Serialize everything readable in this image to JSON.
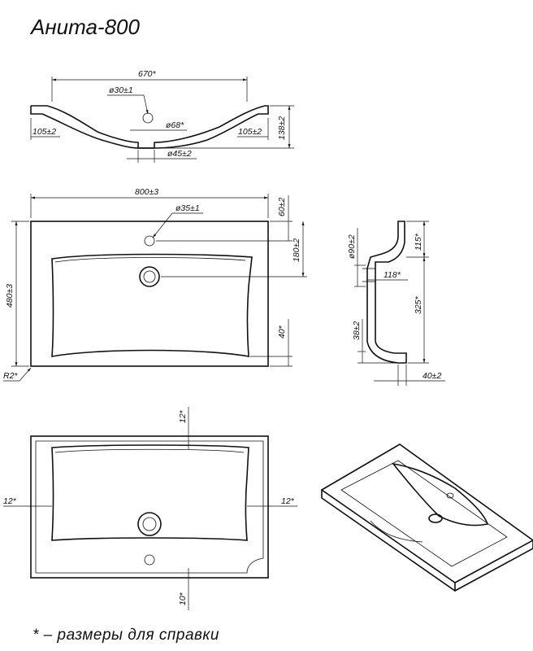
{
  "title": "Анита-800",
  "note": "* – размеры для справки",
  "top_section": {
    "width": "670*",
    "hole": "ø30±1",
    "drain": "ø68*",
    "drain_bottom": "ø45±2",
    "rim_left": "105±2",
    "rim_right": "105±2",
    "height": "138±2"
  },
  "plan_view": {
    "width": "800±3",
    "height": "480±3",
    "hole": "ø35±1",
    "hole_offset": "60±2",
    "drain_offset": "180±2",
    "front_rim": "40*",
    "corner_radius": "R2*"
  },
  "side_section": {
    "overflow": "ø90±2",
    "drain_depth": "118*",
    "top_rim": "115*",
    "depth": "325*",
    "bottom_step": "38±2",
    "thickness": "40±2"
  },
  "bottom_view": {
    "top_gap": "12*",
    "left_gap": "12*",
    "right_gap": "12*",
    "bottom_gap": "10*"
  }
}
